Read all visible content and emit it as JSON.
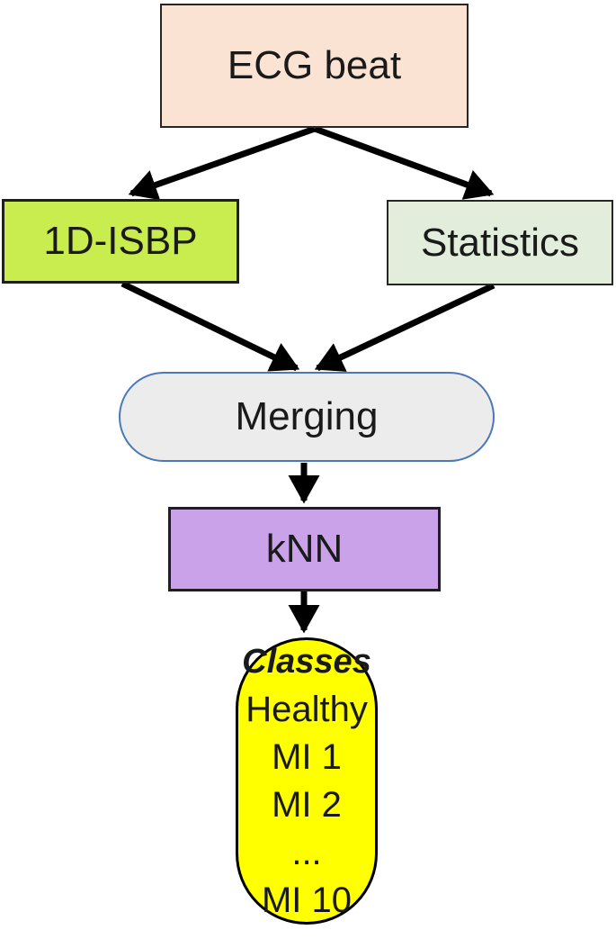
{
  "diagram": {
    "type": "flowchart",
    "nodes": {
      "ecg_beat": {
        "label": "ECG beat",
        "fill": "#FAE3D3",
        "border": "#262626",
        "shape": "rectangle"
      },
      "isbp": {
        "label": "1D-ISBP",
        "fill": "#C9ED4F",
        "border": "#1f1f1f",
        "shape": "rectangle"
      },
      "statistics": {
        "label": "Statistics",
        "fill": "#E2EEDB",
        "border": "#262626",
        "shape": "rectangle"
      },
      "merging": {
        "label": "Merging",
        "fill": "#ECECEC",
        "border": "#4A79B4",
        "shape": "stadium"
      },
      "knn": {
        "label": "kNN",
        "fill": "#C9A2E9",
        "border": "#1f1f1f",
        "shape": "rectangle"
      },
      "classes": {
        "heading": "Classes",
        "items": [
          "Healthy",
          "MI 1",
          "MI 2",
          "...",
          "MI 10"
        ],
        "fill": "#FFFF00",
        "border": "#000000",
        "shape": "rounded-rectangle"
      }
    },
    "edges": [
      {
        "from": "ecg_beat",
        "to": "isbp"
      },
      {
        "from": "ecg_beat",
        "to": "statistics"
      },
      {
        "from": "isbp",
        "to": "merging"
      },
      {
        "from": "statistics",
        "to": "merging"
      },
      {
        "from": "merging",
        "to": "knn"
      },
      {
        "from": "knn",
        "to": "classes"
      }
    ],
    "arrow_color": "#000000",
    "text_color": "#1a1a1a"
  }
}
